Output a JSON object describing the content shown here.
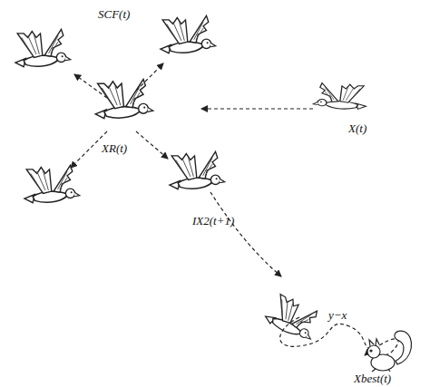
{
  "diagram": {
    "labels": [
      "SCF(t)",
      "XR(t)",
      "X(t)",
      "IX2(t+1)",
      "y−x",
      "Xbest(t)"
    ]
  }
}
